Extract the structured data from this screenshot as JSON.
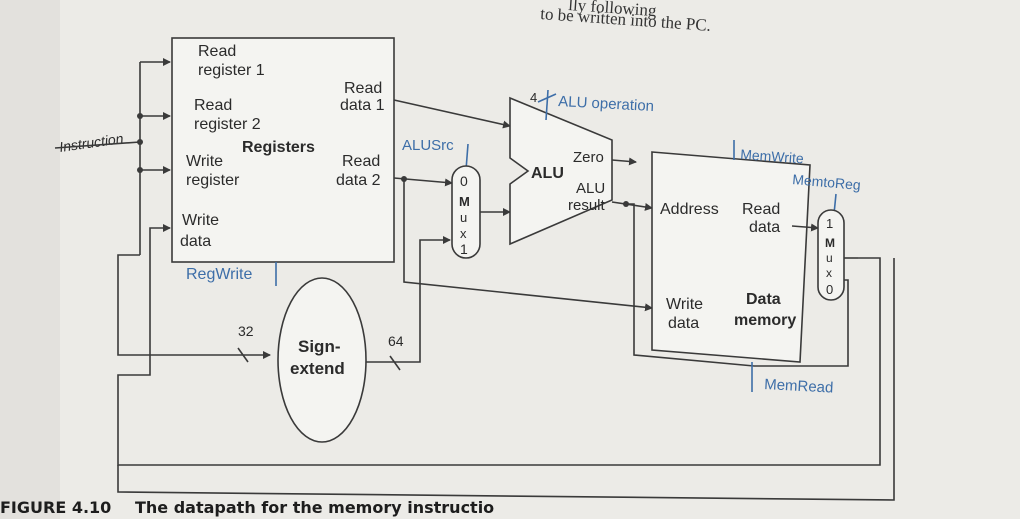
{
  "header_text": "to be written into the PC.",
  "header_text_cut": "lly following",
  "instruction_label": "Instruction",
  "registers": {
    "title": "Registers",
    "read_register_1": [
      "Read",
      "register 1"
    ],
    "read_register_2": [
      "Read",
      "register 2"
    ],
    "write_register": [
      "Write",
      "register"
    ],
    "write_data": [
      "Write",
      "data"
    ],
    "read_data_1": [
      "Read",
      "data 1"
    ],
    "read_data_2": [
      "Read",
      "data 2"
    ],
    "control": "RegWrite"
  },
  "alusrc_label": "ALUSrc",
  "mux_alu": {
    "top": "0",
    "letters": [
      "M",
      "u",
      "x"
    ],
    "bottom": "1"
  },
  "alu": {
    "label": "ALU",
    "zero": "Zero",
    "result": [
      "ALU",
      "result"
    ],
    "op_label": "ALU operation",
    "op_width": "4"
  },
  "data_memory": {
    "title": [
      "Data",
      "memory"
    ],
    "address": "Address",
    "read_data": [
      "Read",
      "data"
    ],
    "write_data": [
      "Write",
      "data"
    ],
    "memwrite": "MemWrite",
    "memread": "MemRead"
  },
  "memtoreg_label": "MemtoReg",
  "mux_mem": {
    "top": "1",
    "letters": [
      "M",
      "u",
      "x"
    ],
    "bottom": "0"
  },
  "sign_extend": {
    "label": [
      "Sign-",
      "extend"
    ],
    "in_width": "32",
    "out_width": "64"
  },
  "caption": {
    "figure": "FIGURE 4.10",
    "text": "The datapath for the memory instructio"
  },
  "colors": {
    "control": "#3d6ea8",
    "wire": "#3a3a3a",
    "paper": "#ecebe7"
  }
}
